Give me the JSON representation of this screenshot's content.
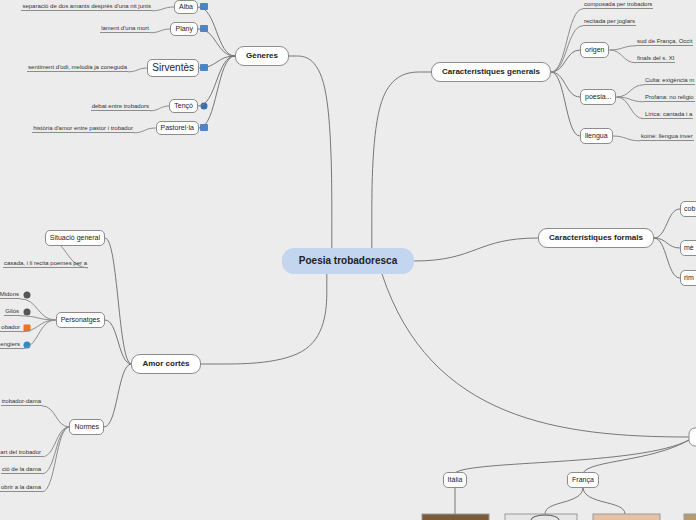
{
  "diagram": {
    "nodes": [
      {
        "text": [
          "Poesia trobadoresca"
        ]
      },
      {
        "text": [
          "Gèneres"
        ]
      },
      {
        "text": [
          "Alba"
        ]
      },
      {
        "text": [
          "Plany"
        ]
      },
      {
        "text": [
          "Sirventès"
        ]
      },
      {
        "text": [
          "Tençó"
        ]
      },
      {
        "text": [
          "Pastorel·la"
        ]
      },
      {
        "text": [
          "Característiques generals"
        ]
      },
      {
        "text": [
          "origen"
        ]
      },
      {
        "text": [
          "poesia..."
        ]
      },
      {
        "text": [
          "llengua"
        ]
      },
      {
        "text": [
          "Característiques formals"
        ]
      },
      {
        "text": [
          "cob"
        ]
      },
      {
        "text": [
          "mè"
        ]
      },
      {
        "text": [
          "rim"
        ]
      },
      {
        "text": [
          "Amor cortès"
        ]
      },
      {
        "text": [
          "Situació general"
        ]
      },
      {
        "text": [
          "Personatges"
        ]
      },
      {
        "text": [
          "Normes"
        ]
      },
      {
        "text": [
          "Itàlia"
        ]
      },
      {
        "text": [
          "França"
        ]
      }
    ],
    "edges": [
      {
        "from": 0,
        "to": 1,
        "arrow": "none"
      },
      {
        "from": 0,
        "to": 7,
        "arrow": "none"
      },
      {
        "from": 0,
        "to": 11,
        "arrow": "none"
      },
      {
        "from": 0,
        "to": 15,
        "arrow": "none"
      },
      {
        "from": 1,
        "to": 2,
        "arrow": "none"
      },
      {
        "from": 1,
        "to": 3,
        "arrow": "none"
      },
      {
        "from": 1,
        "to": 4,
        "arrow": "none"
      },
      {
        "from": 1,
        "to": 5,
        "arrow": "none"
      },
      {
        "from": 1,
        "to": 6,
        "arrow": "none"
      },
      {
        "from": 7,
        "to": 8,
        "arrow": "none"
      },
      {
        "from": 7,
        "to": 9,
        "arrow": "none"
      },
      {
        "from": 7,
        "to": 10,
        "arrow": "none"
      },
      {
        "from": 11,
        "to": 12,
        "arrow": "none"
      },
      {
        "from": 11,
        "to": 13,
        "arrow": "none"
      },
      {
        "from": 11,
        "to": 14,
        "arrow": "none"
      },
      {
        "from": 15,
        "to": 16,
        "arrow": "none"
      },
      {
        "from": 15,
        "to": 17,
        "arrow": "none"
      },
      {
        "from": 15,
        "to": 18,
        "arrow": "none"
      }
    ],
    "labels": [
      "separació de dos amants després d'una nit junts",
      "lament d'una mort",
      "sentiment d'odi, melodia ja coneguda",
      "debat entre trobadors",
      "història d'amor entre pastor i trobador",
      "composada per trobadors",
      "recitada per joglars",
      "sud de França, Occit",
      "finals del s. XI",
      "Culta: exigència m",
      "Profana: no religio",
      "Lírica: cantada i a",
      "koiné: llengua inver",
      "casada, i li recita poemes per a",
      "Midons",
      "Gilós",
      "obador",
      "engiers",
      "trobador-dama",
      "art del trobador",
      "ció de la dama",
      "obrir a la dama"
    ]
  }
}
